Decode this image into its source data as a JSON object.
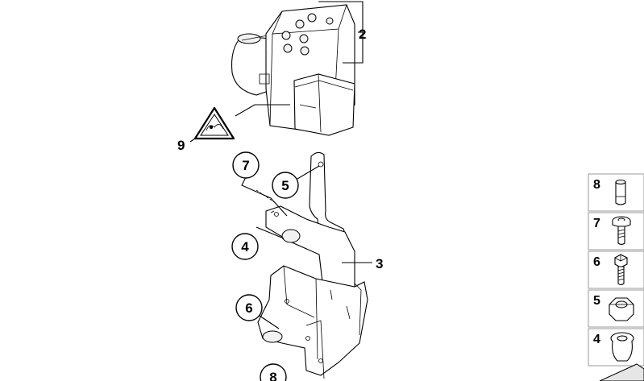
{
  "diagram": {
    "callouts": {
      "item2": "2",
      "item3": "3",
      "item9": "9",
      "item7": "7",
      "item5": "5",
      "item4": "4",
      "item6": "6",
      "item8": "8"
    },
    "side_panel": {
      "items": [
        "8",
        "7",
        "6",
        "5",
        "4"
      ]
    },
    "warning_icon": "warning-triangle-icon"
  }
}
